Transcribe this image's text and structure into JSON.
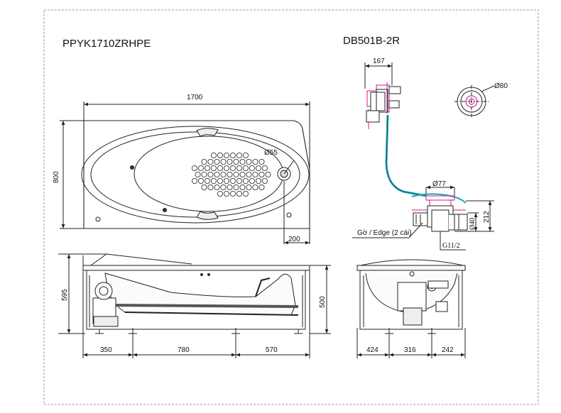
{
  "titles": {
    "tub_model": "PPYK1710ZRHPE",
    "drain_model": "DB501B-2R"
  },
  "tub_top_view": {
    "length": "1700",
    "width": "800",
    "hole_diameter": "Ø55",
    "hole_offset": "200"
  },
  "tub_side_view": {
    "height": "595",
    "spacing_left": "350",
    "spacing_middle": "780",
    "spacing_right": "570"
  },
  "tub_end_view": {
    "height": "500",
    "spacing_left": "424",
    "spacing_middle": "316",
    "spacing_right": "242"
  },
  "drain_view": {
    "overflow_offset": "167",
    "overflow_diameter": "Ø80",
    "drain_diameter": "Ø77",
    "pipe_diameter": "Ø40",
    "height": "212",
    "edge_label": "Gờ / Edge (2 cái)",
    "thread": "G11/2"
  },
  "colors": {
    "line": "#222222",
    "magenta": "#d1178f",
    "cyan": "#1ea9b8",
    "frame": "#9a9a9a"
  }
}
